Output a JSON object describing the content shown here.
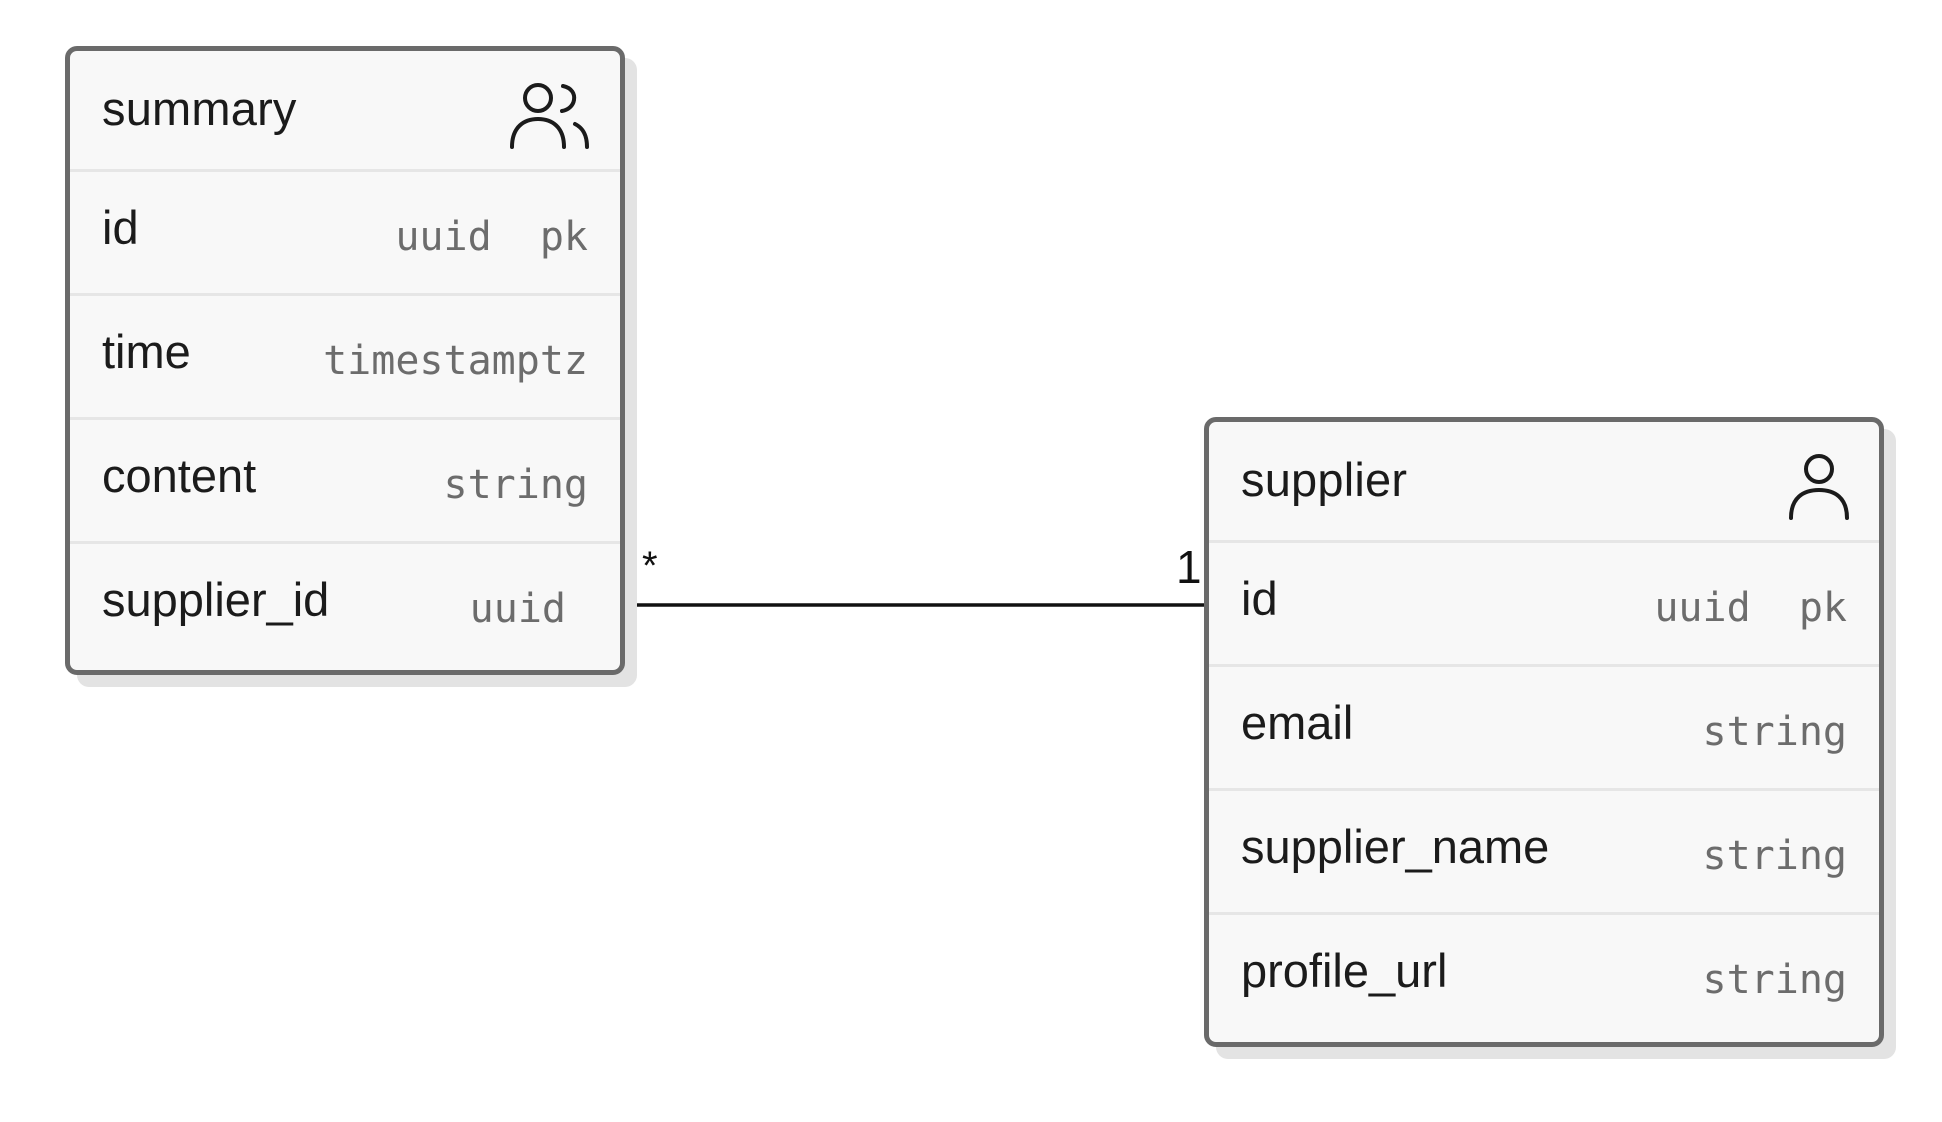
{
  "entities": {
    "summary": {
      "name": "summary",
      "icon": "users-icon",
      "fields": [
        {
          "name": "id",
          "type": "uuid  pk"
        },
        {
          "name": "time",
          "type": "timestamptz"
        },
        {
          "name": "content",
          "type": "string"
        },
        {
          "name": "supplier_id",
          "type": "uuid"
        }
      ]
    },
    "supplier": {
      "name": "supplier",
      "icon": "user-icon",
      "fields": [
        {
          "name": "id",
          "type": "uuid  pk"
        },
        {
          "name": "email",
          "type": "string"
        },
        {
          "name": "supplier_name",
          "type": "string"
        },
        {
          "name": "profile_url",
          "type": "string"
        }
      ]
    }
  },
  "relationship": {
    "from": "summary.supplier_id",
    "to": "supplier.id",
    "from_cardinality": "*",
    "to_cardinality": "1"
  }
}
